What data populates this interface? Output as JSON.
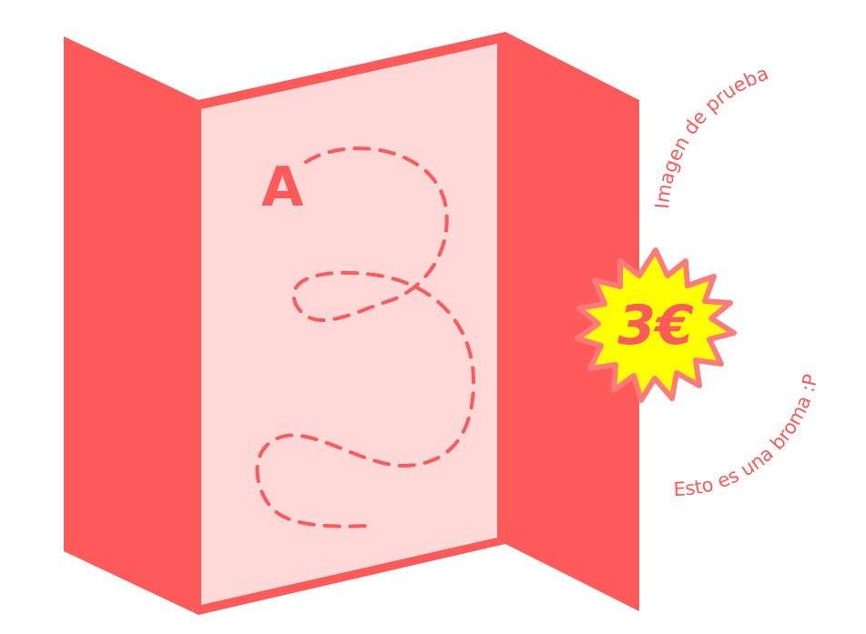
{
  "map": {
    "start_marker": "A",
    "icon": "folded-map-icon"
  },
  "price_badge": {
    "price": "3€",
    "icon": "starburst-icon"
  },
  "captions": {
    "top": "Imagen de prueba",
    "bottom": "Esto es una broma :P"
  },
  "colors": {
    "panel": "#ff5a5a",
    "paper": "#ffd8d8",
    "route": "#ff5a5a",
    "badge_fill": "#ffff00",
    "badge_border": "#ff7a7a",
    "text": "#ff5a5a"
  }
}
